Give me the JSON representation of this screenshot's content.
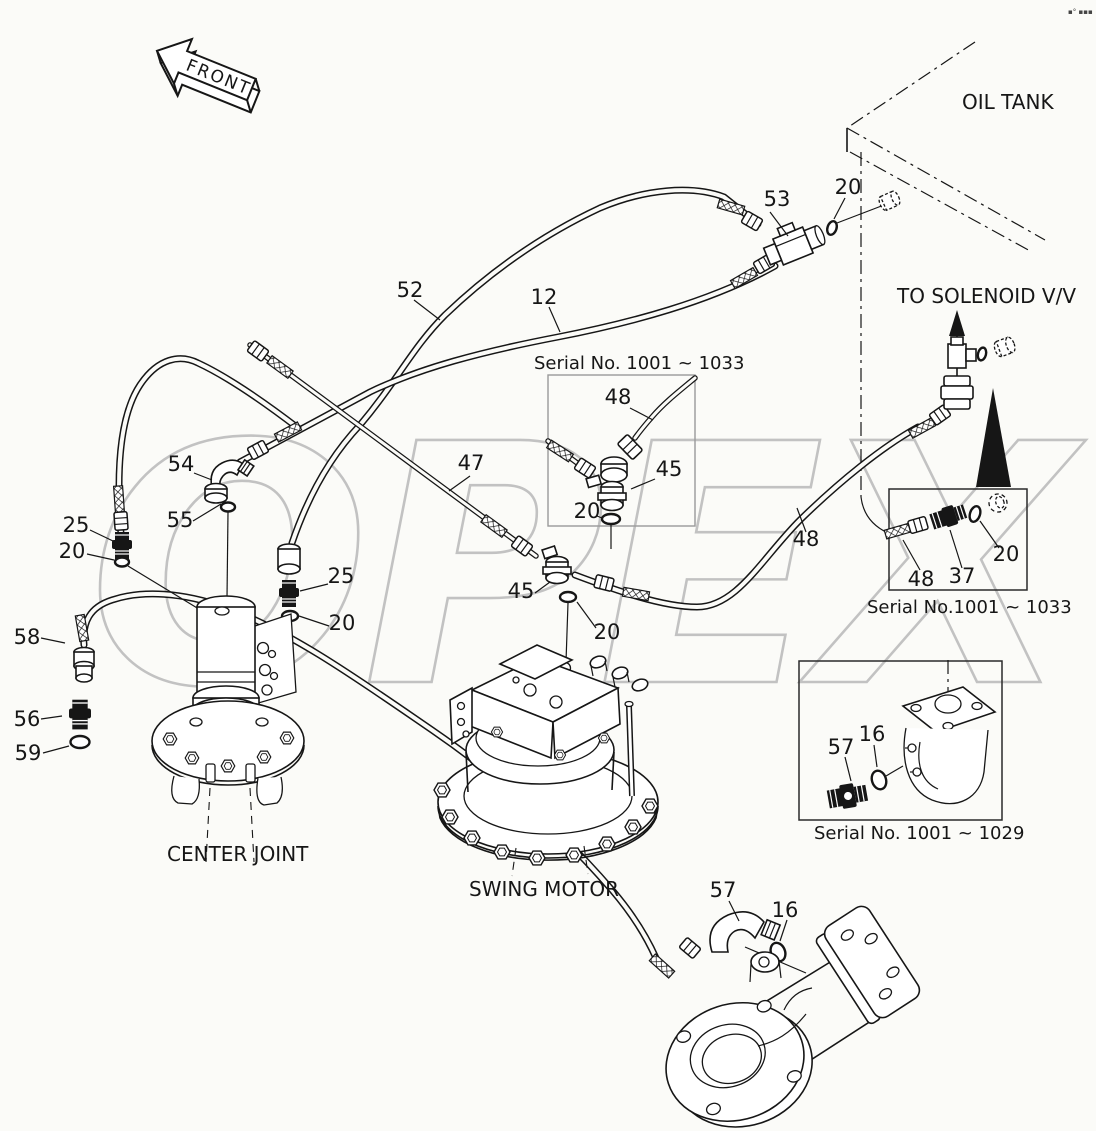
{
  "titles": {
    "front_arrow": "FRONT",
    "oil_tank": "OIL TANK",
    "to_solenoid": "TO SOLENOID V/V",
    "center_joint": "CENTER JOINT",
    "swing_motor": "SWING MOTOR",
    "watermark": "OPEX",
    "corner_mark": "▪° ▪▪▪"
  },
  "insets": {
    "mid_title": "Serial No. 1001 ~ 1033",
    "right_caption": "Serial No.1001 ~ 1033",
    "bottom_caption": "Serial No. 1001 ~ 1029"
  },
  "callouts": {
    "n53": "53",
    "n20_tank": "20",
    "n52": "52",
    "n12": "12",
    "n48_mid": "48",
    "n45_mid": "45",
    "n20_mid": "20",
    "n54": "54",
    "n47": "47",
    "n55": "55",
    "n25_left": "25",
    "n20_left": "20",
    "n25_c": "25",
    "n20_c": "20",
    "n45_low": "45",
    "n20_low": "20",
    "n48_main": "48",
    "n48_r": "48",
    "n37_r": "37",
    "n20_r": "20",
    "n58": "58",
    "n56": "56",
    "n59": "59",
    "n57_i": "57",
    "n16_i": "16",
    "n57": "57",
    "n16": "16"
  }
}
